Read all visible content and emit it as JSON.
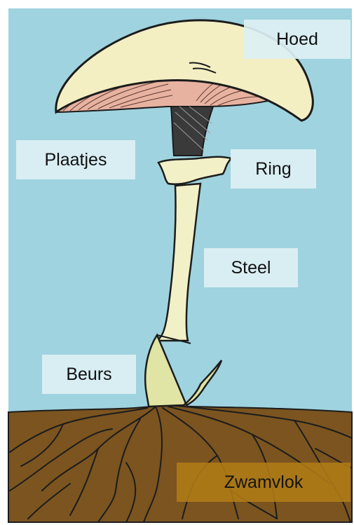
{
  "colors": {
    "sky": "#9fd3df",
    "soil": "#7b5420",
    "cap": "#f3efc3",
    "gills": "#e8b2a0",
    "stem": "#f2f0c6",
    "volva": "#e0e4a4",
    "outline": "#1c1c1c",
    "label_bg": "#ddf0f4",
    "mycelium_label_bg": "#b07c16"
  },
  "labels": {
    "hoed": "Hoed",
    "plaatjes": "Plaatjes",
    "ring": "Ring",
    "steel": "Steel",
    "beurs": "Beurs",
    "zwamvlok": "Zwamvlok"
  }
}
